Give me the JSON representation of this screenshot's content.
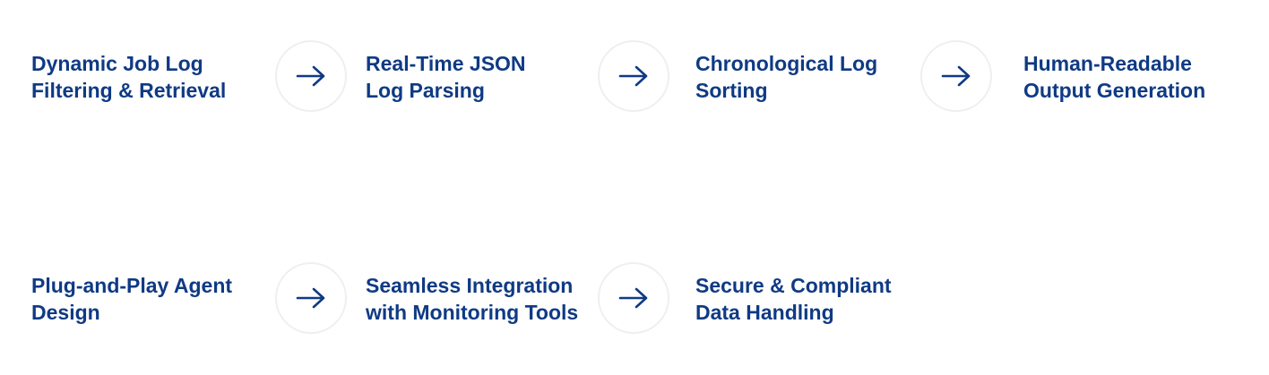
{
  "colors": {
    "text": "#0f3a84",
    "arrow": "#0f3a84",
    "circle_border": "#eeeff1",
    "background": "#ffffff"
  },
  "rows": [
    {
      "steps": [
        {
          "line1": "Dynamic Job Log",
          "line2": "Filtering & Retrieval"
        },
        {
          "line1": "Real-Time JSON",
          "line2": "Log Parsing"
        },
        {
          "line1": "Chronological Log",
          "line2": "Sorting"
        },
        {
          "line1": "Human-Readable",
          "line2": "Output Generation"
        }
      ],
      "connectors": [
        "arrow-right-icon",
        "arrow-right-icon",
        "arrow-right-icon"
      ]
    },
    {
      "steps": [
        {
          "line1": "Plug-and-Play Agent",
          "line2": "Design"
        },
        {
          "line1": "Seamless Integration",
          "line2": "with Monitoring Tools"
        },
        {
          "line1": "Secure & Compliant",
          "line2": "Data Handling"
        }
      ],
      "connectors": [
        "arrow-right-icon",
        "arrow-right-icon"
      ]
    }
  ]
}
